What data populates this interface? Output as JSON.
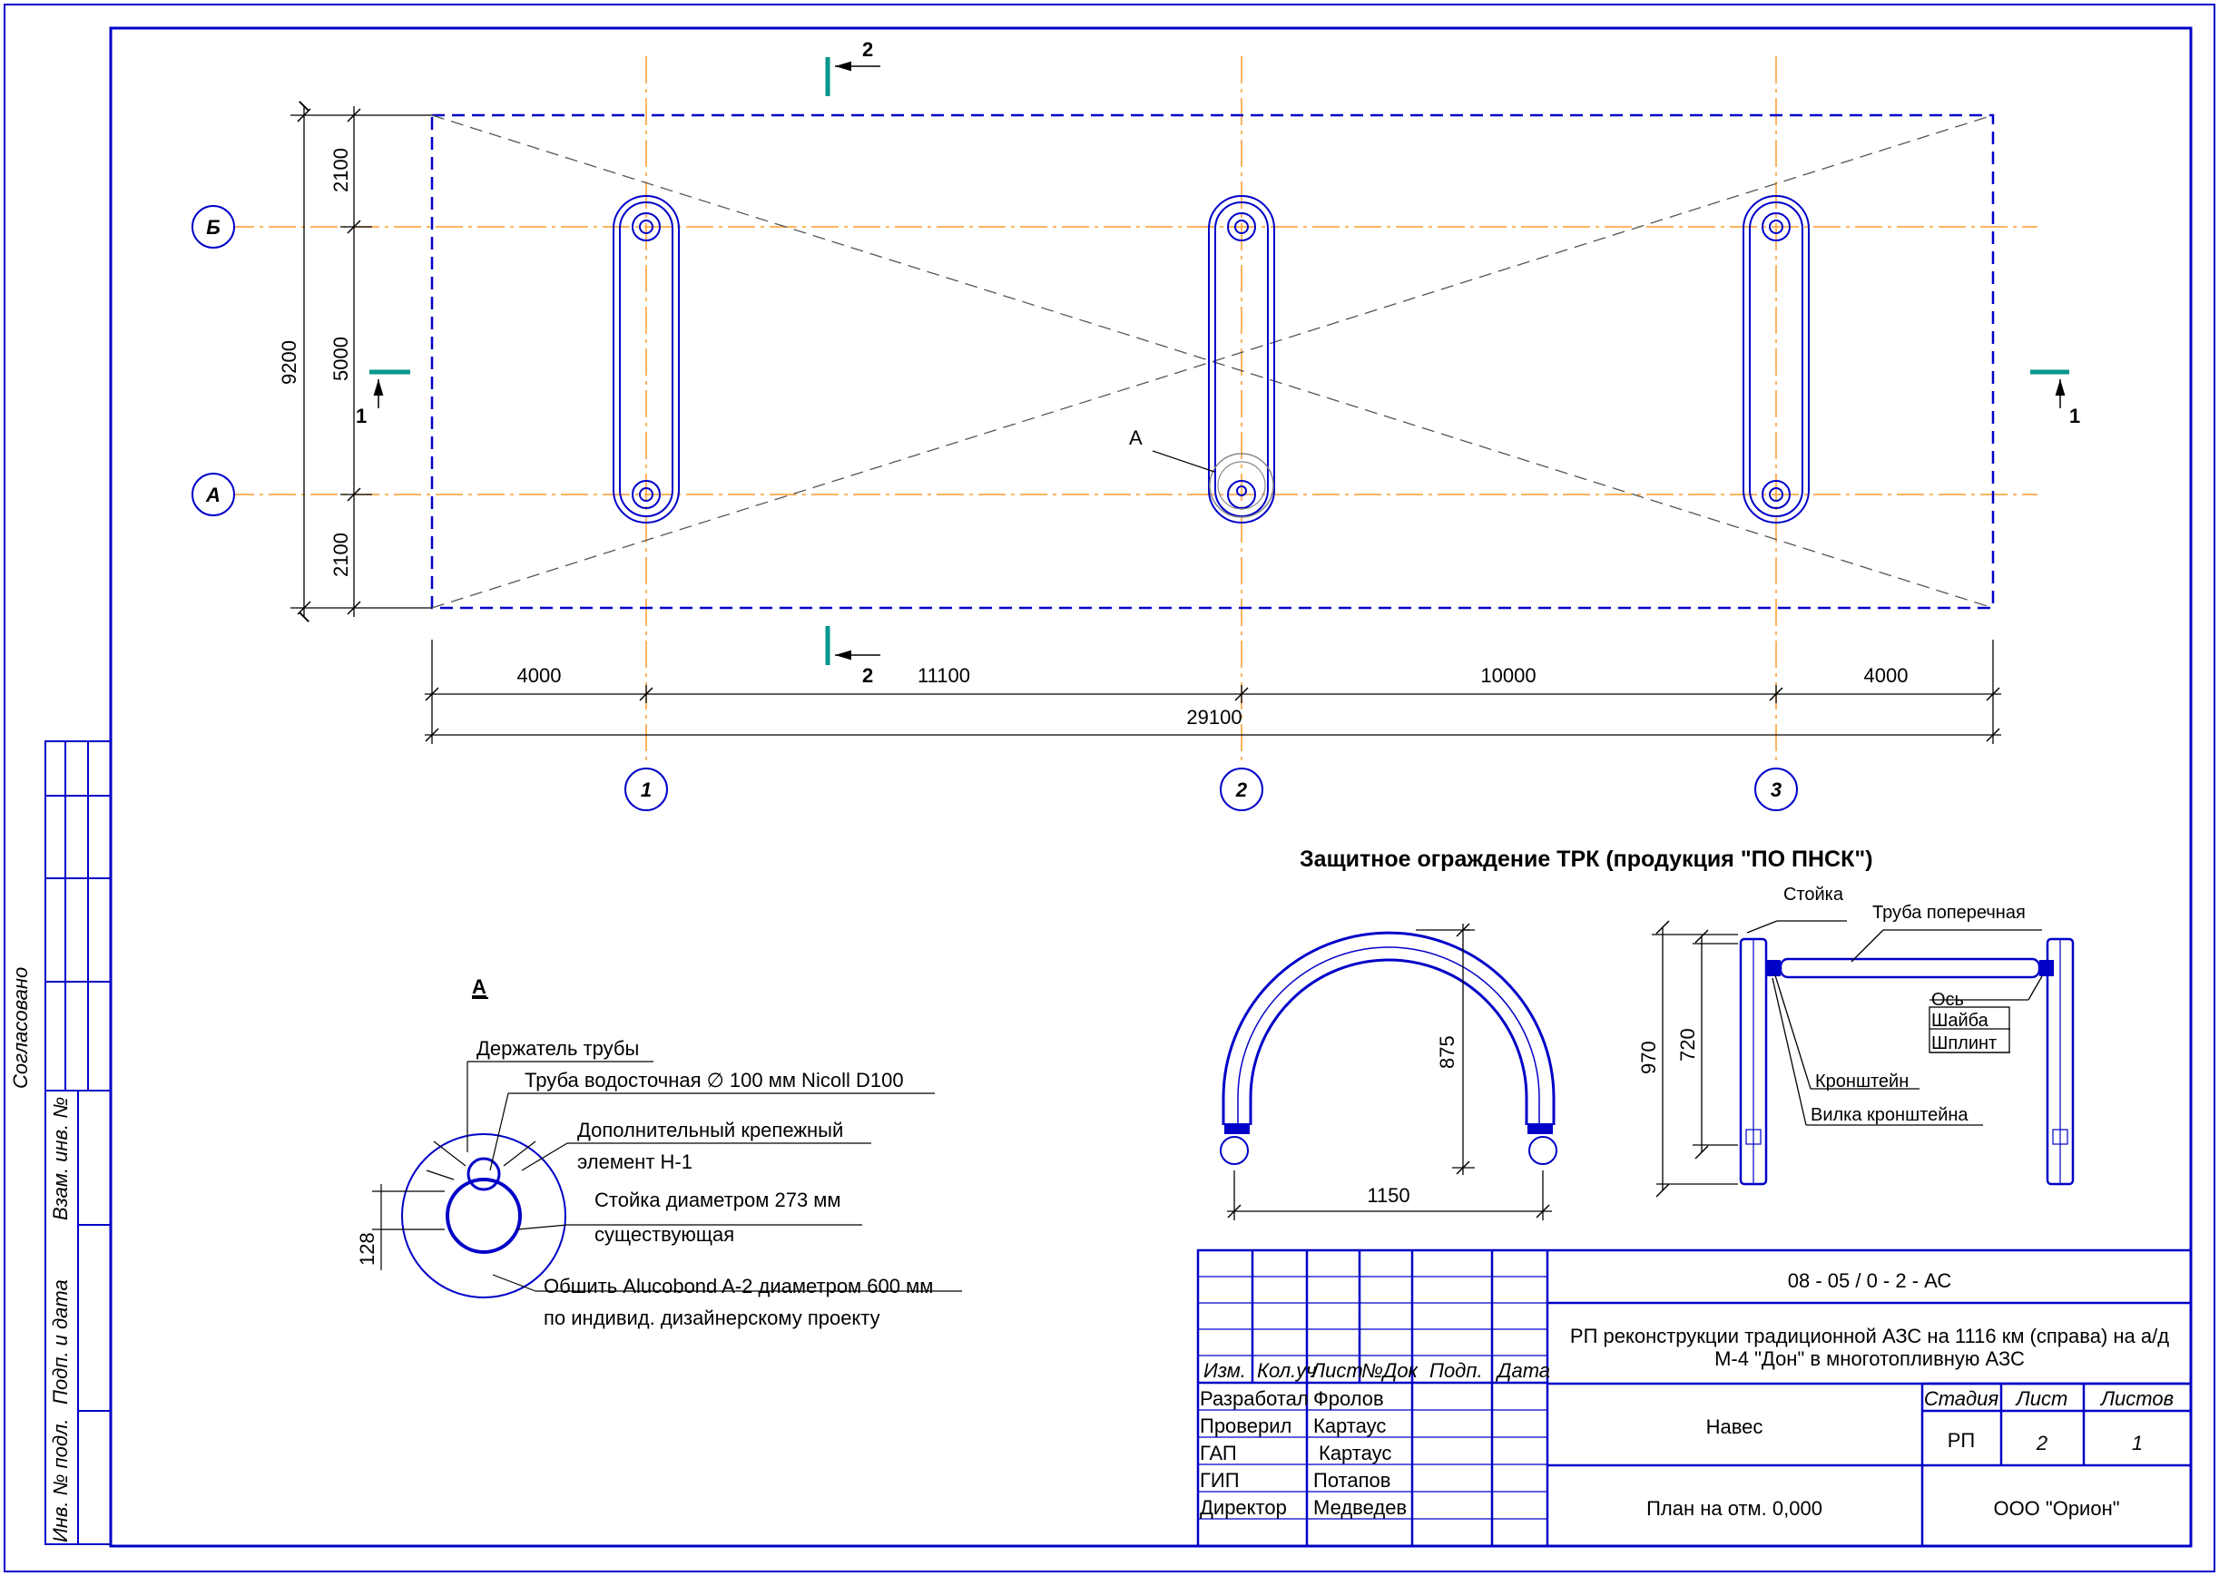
{
  "plan": {
    "dims_vertical": {
      "top": "2100",
      "middle": "5000",
      "bottom": "2100",
      "total": "9200"
    },
    "dims_horizontal": {
      "d1": "4000",
      "d2": "11100",
      "d3": "10000",
      "d4": "4000",
      "total": "29100"
    },
    "axes_letters": [
      "Б",
      "А"
    ],
    "axes_numbers": [
      "1",
      "2",
      "3"
    ],
    "sections": {
      "s1": "1",
      "s2": "2"
    },
    "detail_callout": "А"
  },
  "detail": {
    "title": "А",
    "labels": [
      "Держатель трубы",
      "Труба водосточная ∅ 100 мм Nicoll D100",
      "Дополнительный крепежный",
      "элемент Н-1",
      "Стойка диаметром 273 мм",
      "существующая",
      "Обшить Alucobond A-2 диаметром 600 мм",
      "по индивид. дизайнерскому проекту"
    ],
    "dim": "128"
  },
  "guard": {
    "title": "Защитное ограждение ТРК (продукция \"ПО ПНСК\")",
    "arch": {
      "height": "875",
      "width": "1150"
    },
    "side": {
      "h_total": "970",
      "h_inner": "720",
      "labels": [
        "Стойка",
        "Труба поперечная",
        "Ось",
        "Шайба",
        "Шплинт",
        "Кронштейн",
        "Вилка кронштейна"
      ]
    }
  },
  "left_strip": {
    "agreed": "Согласовано",
    "inv_sub": "Взам. инв. №",
    "sign_date": "Подп. и дата",
    "inv_orig": "Инв. № подл."
  },
  "title_block": {
    "code": "08 - 05 / 0 - 2 - АС",
    "project": [
      "РП реконструкции традиционной АЗС на 1116 км (справа) на а/д",
      "М-4 \"Дон\" в многотопливную АЗС"
    ],
    "header_cols": [
      "Изм.",
      "Кол.уч",
      "Лист",
      "№Док",
      "Подп.",
      "Дата"
    ],
    "people": [
      {
        "role": "Разработал",
        "name": "Фролов"
      },
      {
        "role": "Проверил",
        "name": "Картаус"
      },
      {
        "role": "ГАП",
        "name": "Картаус"
      },
      {
        "role": "ГИП",
        "name": "Потапов"
      },
      {
        "role": "Директор",
        "name": "Медведев"
      }
    ],
    "object": "Навес",
    "sheet_title": "План на отм. 0,000",
    "stage_label": "Стадия",
    "sheet_label": "Лист",
    "sheets_label": "Листов",
    "stage": "РП",
    "sheet": "2",
    "sheets": "1",
    "org": "ООО \"Орион\""
  },
  "colors": {
    "frame": "#0000c8",
    "axis": "#ff9c2a",
    "dim": "#000000",
    "section": "#00968c"
  }
}
